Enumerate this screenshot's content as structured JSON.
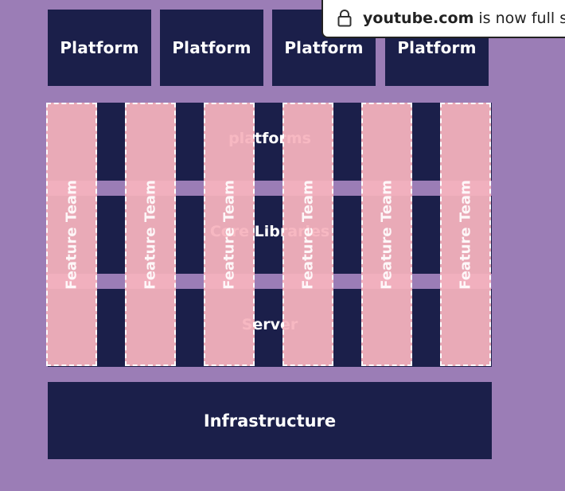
{
  "platforms": [
    "Platform",
    "Platform",
    "Platform",
    "Platform"
  ],
  "layers": {
    "platforms": "platforms",
    "core_libraries": "Core Libraries",
    "server": "Server"
  },
  "infrastructure": "Infrastructure",
  "feature_teams": [
    "Feature Team",
    "Feature Team",
    "Feature Team",
    "Feature Team",
    "Feature Team",
    "Feature Team"
  ],
  "notification": {
    "host": "youtube.com",
    "message": "is now full scr",
    "icon": "lock-icon"
  },
  "colors": {
    "background": "#9b7db6",
    "navy": "#1b1f4a",
    "feature_team": "#f7b4be"
  }
}
